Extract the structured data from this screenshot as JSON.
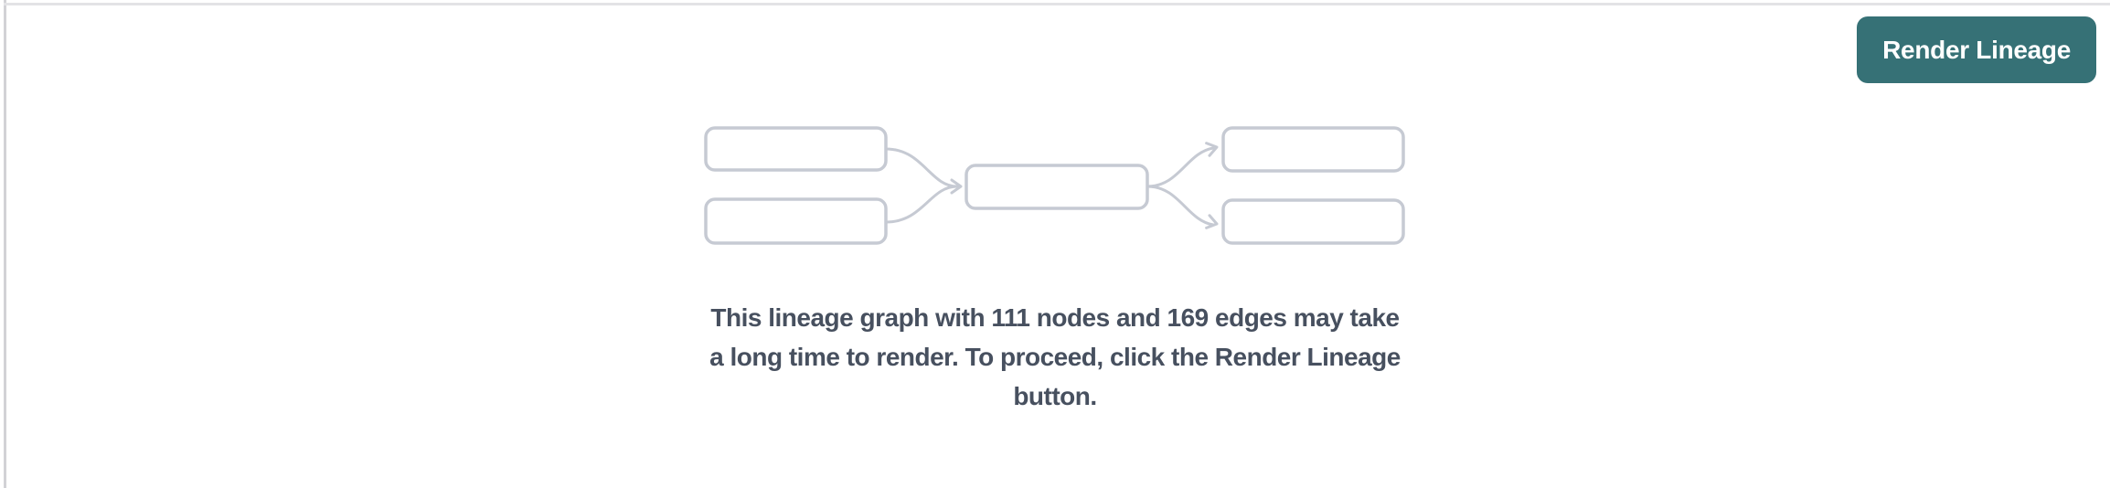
{
  "header": {
    "render_button_label": "Render Lineage"
  },
  "empty_state": {
    "node_count": 111,
    "edge_count": 169,
    "message_lines": [
      "This lineage graph with 111 nodes and 169 edges may take",
      "a long time to render. To proceed, click the Render Lineage",
      "button."
    ],
    "illustration": "lineage-graph-placeholder"
  },
  "colors": {
    "accent_teal": "#367176",
    "button_text": "#ffffff",
    "message_text": "#47505f",
    "node_border": "#c6cad3",
    "divider_left": "#d2d2d6",
    "divider_top": "#e3e3e6"
  }
}
